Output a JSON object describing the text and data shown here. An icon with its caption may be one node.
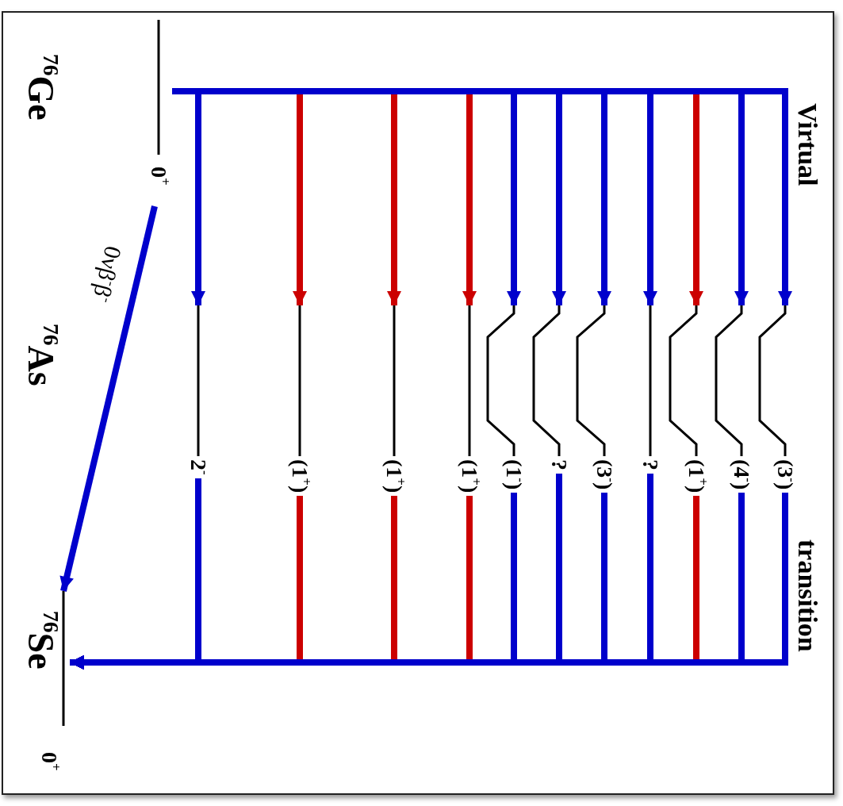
{
  "diagram": {
    "nodes": [
      {
        "text": [
          "0$^{+}$"
        ]
      },
      {
        "text": [
          "(3$^{-}$)"
        ]
      },
      {
        "text": [
          "(4$^{-}$)"
        ]
      },
      {
        "text": [
          "(1$^{+}$)"
        ]
      },
      {
        "text": [
          "?"
        ]
      },
      {
        "text": [
          "(3$^{-}$)"
        ]
      },
      {
        "text": [
          "?"
        ]
      },
      {
        "text": [
          "(1$^{-}$)"
        ]
      },
      {
        "text": [
          "(1$^{+}$)"
        ]
      },
      {
        "text": [
          "(1$^{+}$)"
        ]
      },
      {
        "text": [
          "(1$^{+}$)"
        ]
      },
      {
        "text": [
          "2$^{-}$"
        ]
      },
      {
        "text": [
          "0$^{+}$"
        ]
      }
    ],
    "edges": [
      {
        "from": 0,
        "to": 1,
        "arrow": "to"
      },
      {
        "from": 0,
        "to": 2,
        "arrow": "to"
      },
      {
        "from": 0,
        "to": 3,
        "arrow": "to",
        "color": "#cc0000"
      },
      {
        "from": 0,
        "to": 4,
        "arrow": "to"
      },
      {
        "from": 0,
        "to": 5,
        "arrow": "to"
      },
      {
        "from": 0,
        "to": 6,
        "arrow": "to"
      },
      {
        "from": 0,
        "to": 7,
        "arrow": "to"
      },
      {
        "from": 0,
        "to": 8,
        "arrow": "to",
        "color": "#cc0000"
      },
      {
        "from": 0,
        "to": 9,
        "arrow": "to",
        "color": "#cc0000"
      },
      {
        "from": 0,
        "to": 10,
        "arrow": "to",
        "color": "#cc0000"
      },
      {
        "from": 0,
        "to": 11,
        "arrow": "to"
      },
      {
        "from": 1,
        "to": 12,
        "arrow": "to"
      },
      {
        "from": 2,
        "to": 12,
        "arrow": "to"
      },
      {
        "from": 3,
        "to": 12,
        "arrow": "to",
        "color": "#cc0000"
      },
      {
        "from": 4,
        "to": 12,
        "arrow": "to"
      },
      {
        "from": 5,
        "to": 12,
        "arrow": "to"
      },
      {
        "from": 6,
        "to": 12,
        "arrow": "to"
      },
      {
        "from": 7,
        "to": 12,
        "arrow": "to"
      },
      {
        "from": 8,
        "to": 12,
        "arrow": "to",
        "color": "#cc0000"
      },
      {
        "from": 9,
        "to": 12,
        "arrow": "to",
        "color": "#cc0000"
      },
      {
        "from": 10,
        "to": 12,
        "arrow": "to",
        "color": "#cc0000"
      },
      {
        "from": 11,
        "to": 12,
        "arrow": "to"
      },
      {
        "from": 0,
        "to": 12,
        "arrow": "to",
        "label": "0νβ$^{-}$β$^{-}$"
      }
    ],
    "labels": [
      "Virtual",
      "transition",
      "$^{76}$Ge",
      "$^{76}$As",
      "$^{76}$Se"
    ]
  }
}
